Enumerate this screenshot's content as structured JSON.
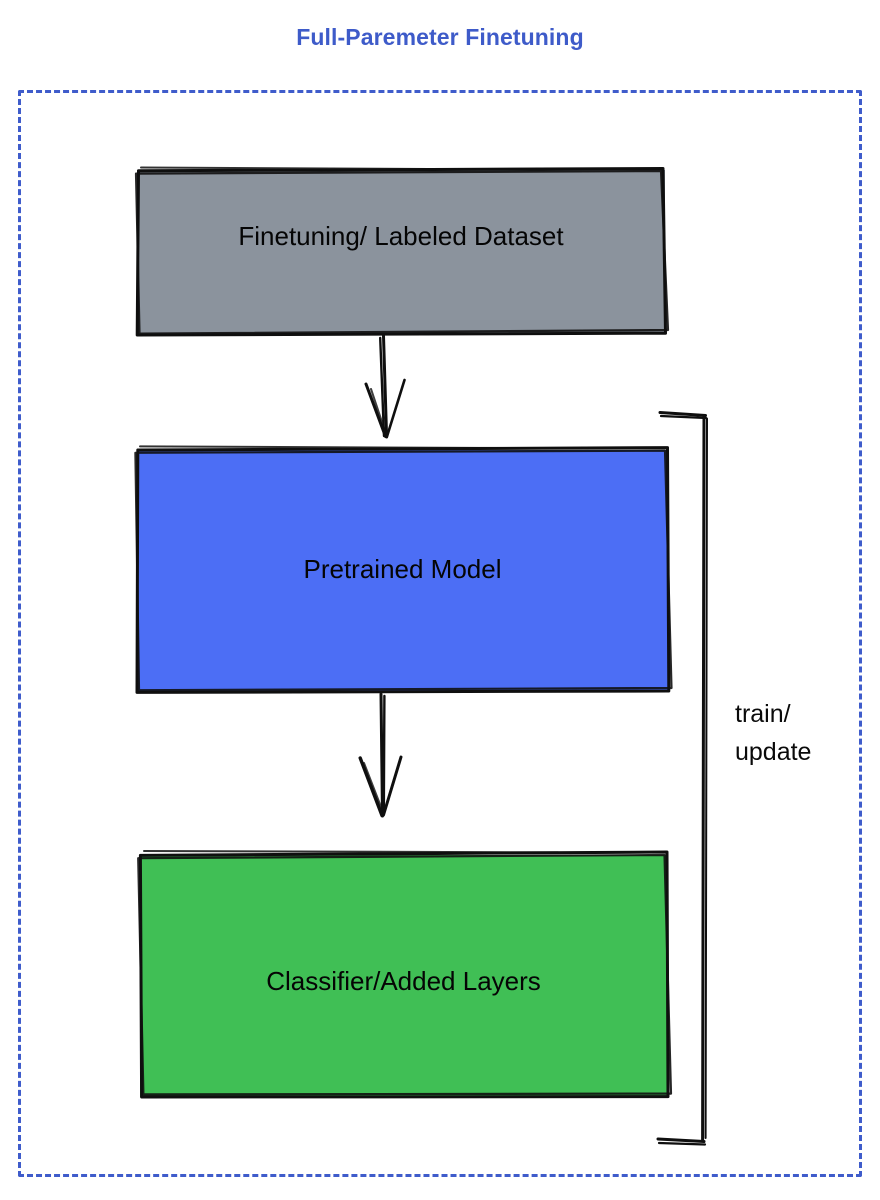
{
  "diagram": {
    "title": "Full-Paremeter Finetuning",
    "title_color": "#3e5bc9",
    "frame": {
      "style": "dashed",
      "color": "#3f5ccb"
    },
    "nodes": [
      {
        "id": "dataset",
        "label": "Finetuning/ Labeled Dataset",
        "fill": "#8b939d",
        "stroke": "#0f0f0f",
        "text_color": "#050505"
      },
      {
        "id": "pretrained-model",
        "label": "Pretrained Model",
        "fill": "#4c6ef5",
        "stroke": "#0f0f0f",
        "text_color": "#050505"
      },
      {
        "id": "classifier",
        "label": "Classifier/Added Layers",
        "fill": "#40bf55",
        "stroke": "#0f0f0f",
        "text_color": "#050505"
      }
    ],
    "connectors": [
      {
        "id": "dataset-to-model",
        "type": "arrow",
        "from": "dataset",
        "to": "pretrained-model",
        "label": ""
      },
      {
        "id": "model-to-classifier",
        "type": "arrow",
        "from": "pretrained-model",
        "to": "classifier",
        "label": ""
      },
      {
        "id": "feedback-bracket",
        "type": "bracket",
        "from": "classifier",
        "to": "pretrained-model",
        "label": "train/\nupdate"
      }
    ]
  }
}
